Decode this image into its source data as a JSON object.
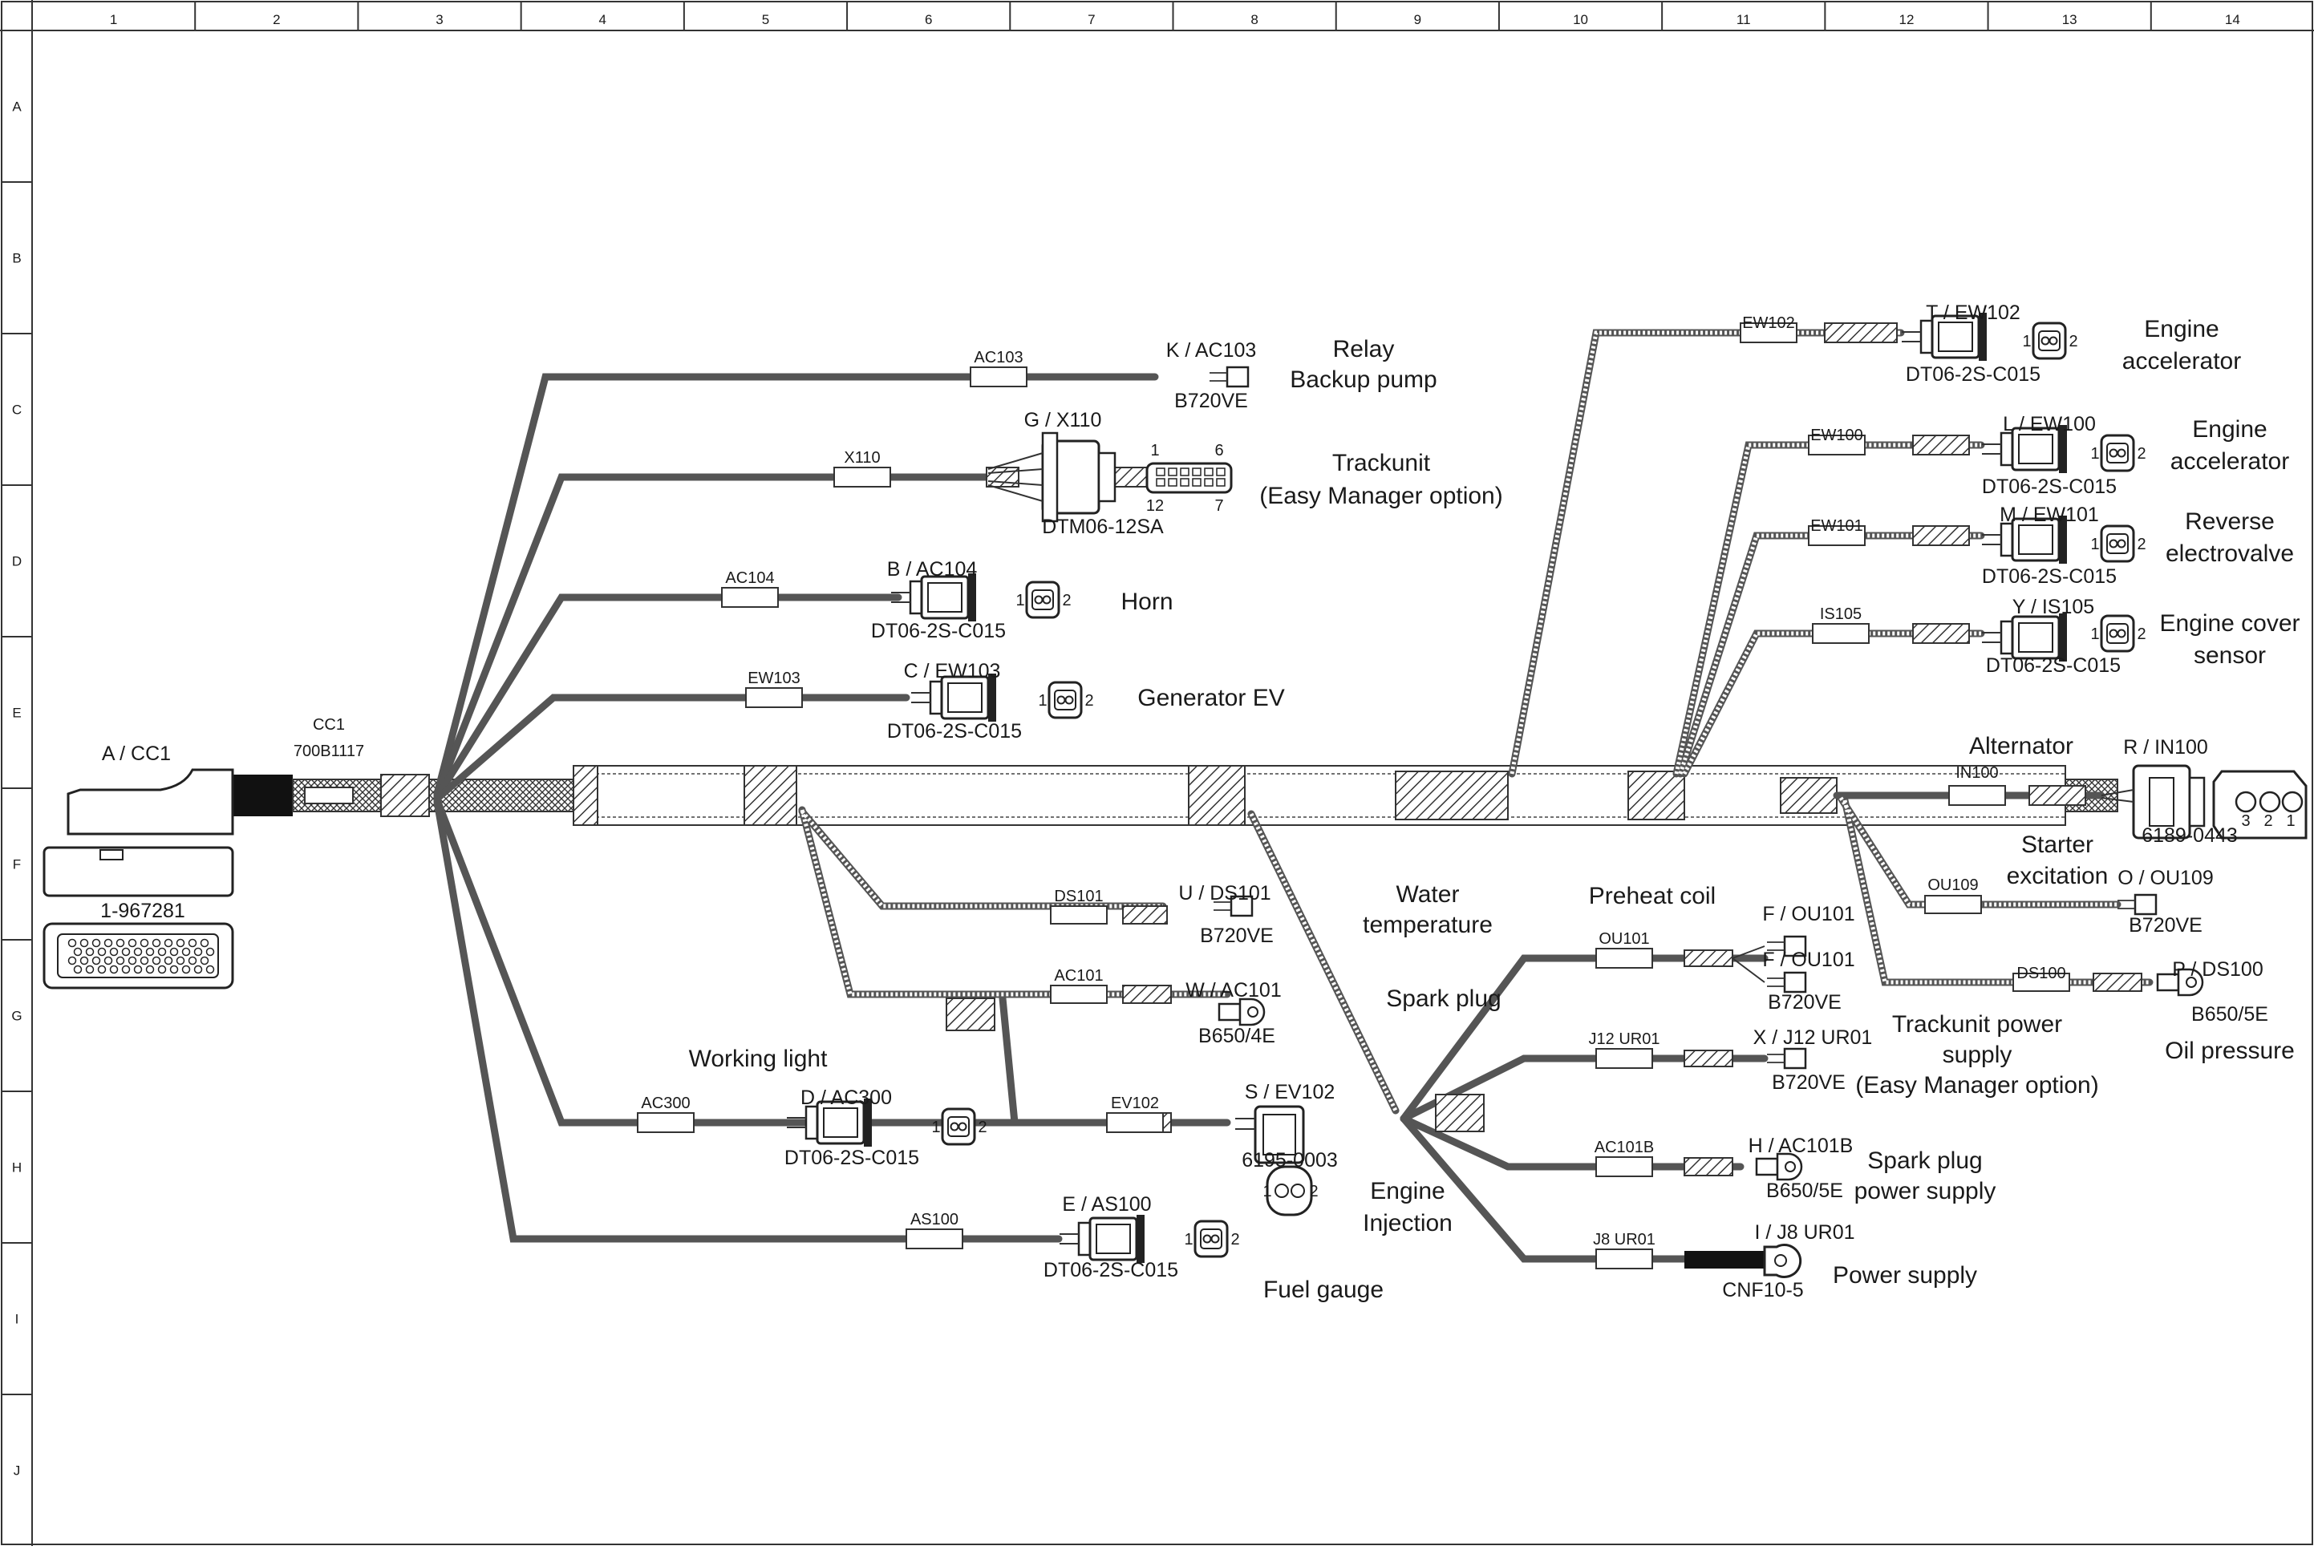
{
  "grid": {
    "columns": [
      "1",
      "2",
      "3",
      "4",
      "5",
      "6",
      "7",
      "8",
      "9",
      "10",
      "11",
      "12",
      "13",
      "14"
    ],
    "rows": [
      "A",
      "B",
      "C",
      "D",
      "E",
      "F",
      "G",
      "H",
      "I",
      "J"
    ]
  },
  "main_connector": {
    "label": "A / CC1",
    "part": "1-967281"
  },
  "trunk": {
    "tag": "CC1",
    "part": "700B1117"
  },
  "branches": [
    {
      "id": "k",
      "tag": "AC103",
      "conn": "K / AC103",
      "part": "B720VE",
      "func": [
        "Relay",
        "Backup pump"
      ]
    },
    {
      "id": "g",
      "tag": "X110",
      "conn": "G / X110",
      "part": "DTM06-12SA",
      "func": [
        "Trackunit",
        "(Easy Manager option)"
      ],
      "pins": [
        "1",
        "6",
        "12",
        "7"
      ]
    },
    {
      "id": "b",
      "tag": "AC104",
      "conn": "B / AC104",
      "part": "DT06-2S-C015",
      "func": [
        "Horn"
      ]
    },
    {
      "id": "c",
      "tag": "EW103",
      "conn": "C / EW103",
      "part": "DT06-2S-C015",
      "func": [
        "Generator EV"
      ]
    },
    {
      "id": "t",
      "tag": "EW102",
      "conn": "T / EW102",
      "part": "DT06-2S-C015",
      "func": [
        "Engine",
        "accelerator"
      ]
    },
    {
      "id": "l",
      "tag": "EW100",
      "conn": "L / EW100",
      "part": "DT06-2S-C015",
      "func": [
        "Engine",
        "accelerator"
      ]
    },
    {
      "id": "m",
      "tag": "EW101",
      "conn": "M / EW101",
      "part": "DT06-2S-C015",
      "func": [
        "Reverse",
        "electrovalve"
      ]
    },
    {
      "id": "y",
      "tag": "IS105",
      "conn": "Y / IS105",
      "part": "DT06-2S-C015",
      "func": [
        "Engine cover",
        "sensor"
      ]
    },
    {
      "id": "r",
      "tag": "IN100",
      "conn": "R / IN100",
      "part": "6189-0443",
      "func": [
        "Alternator"
      ],
      "pins": [
        "3",
        "2",
        "1"
      ]
    },
    {
      "id": "o",
      "tag": "OU109",
      "conn": "O / OU109",
      "part": "B720VE",
      "func": [
        "Starter",
        "excitation"
      ]
    },
    {
      "id": "p",
      "tag": "DS100",
      "conn": "P / DS100",
      "part": "B650/5E",
      "func": [
        "Oil pressure"
      ]
    },
    {
      "id": "u",
      "tag": "DS101",
      "conn": "U / DS101",
      "part": "B720VE",
      "func": [
        "Water",
        "temperature"
      ]
    },
    {
      "id": "w",
      "tag": "AC101",
      "conn": "W / AC101",
      "part": "B650/4E",
      "func": [
        "Spark plug"
      ]
    },
    {
      "id": "s",
      "tag": "EV102",
      "conn": "S / EV102",
      "part": "6195-0003",
      "func": [
        "Engine",
        "Injection"
      ]
    },
    {
      "id": "d",
      "tag": "AC300",
      "conn": "D / AC300",
      "part": "DT06-2S-C015",
      "func": [
        "Working light"
      ]
    },
    {
      "id": "e",
      "tag": "AS100",
      "conn": "E / AS100",
      "part": "DT06-2S-C015",
      "func": [
        "Fuel gauge"
      ]
    },
    {
      "id": "f",
      "tag": "OU101",
      "conn": "F / OU101",
      "conn2": "F / OU101",
      "part": "B720VE",
      "func": [
        "Preheat coil"
      ]
    },
    {
      "id": "x",
      "tag": "J12 UR01",
      "conn": "X / J12 UR01",
      "part": "B720VE",
      "func": [
        "Trackunit power",
        "supply",
        "(Easy Manager option)"
      ]
    },
    {
      "id": "h",
      "tag": "AC101B",
      "conn": "H / AC101B",
      "part": "B650/5E",
      "func": [
        "Spark plug",
        "power supply"
      ]
    },
    {
      "id": "i",
      "tag": "J8 UR01",
      "conn": "I / J8 UR01",
      "part": "CNF10-5",
      "func": [
        "Power supply"
      ]
    }
  ],
  "pin_labels": {
    "one": "1",
    "two": "2"
  }
}
